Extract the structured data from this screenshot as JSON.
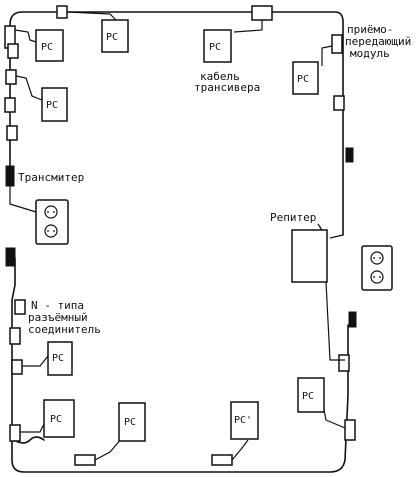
{
  "labels": {
    "pc": "PC",
    "pc_prime": "PC'",
    "transceiver_module_line1": "приёмо-",
    "transceiver_module_line2": "передающий",
    "transceiver_module_line3": "модуль",
    "transceiver_cable_line1": "кабель",
    "transceiver_cable_line2": "трансивера",
    "terminator": "Трансмитер",
    "repeater": "Репитер",
    "n_connector_line1": "N - типа",
    "n_connector_line2": "разъёмный",
    "n_connector_line3": "соединитель"
  }
}
